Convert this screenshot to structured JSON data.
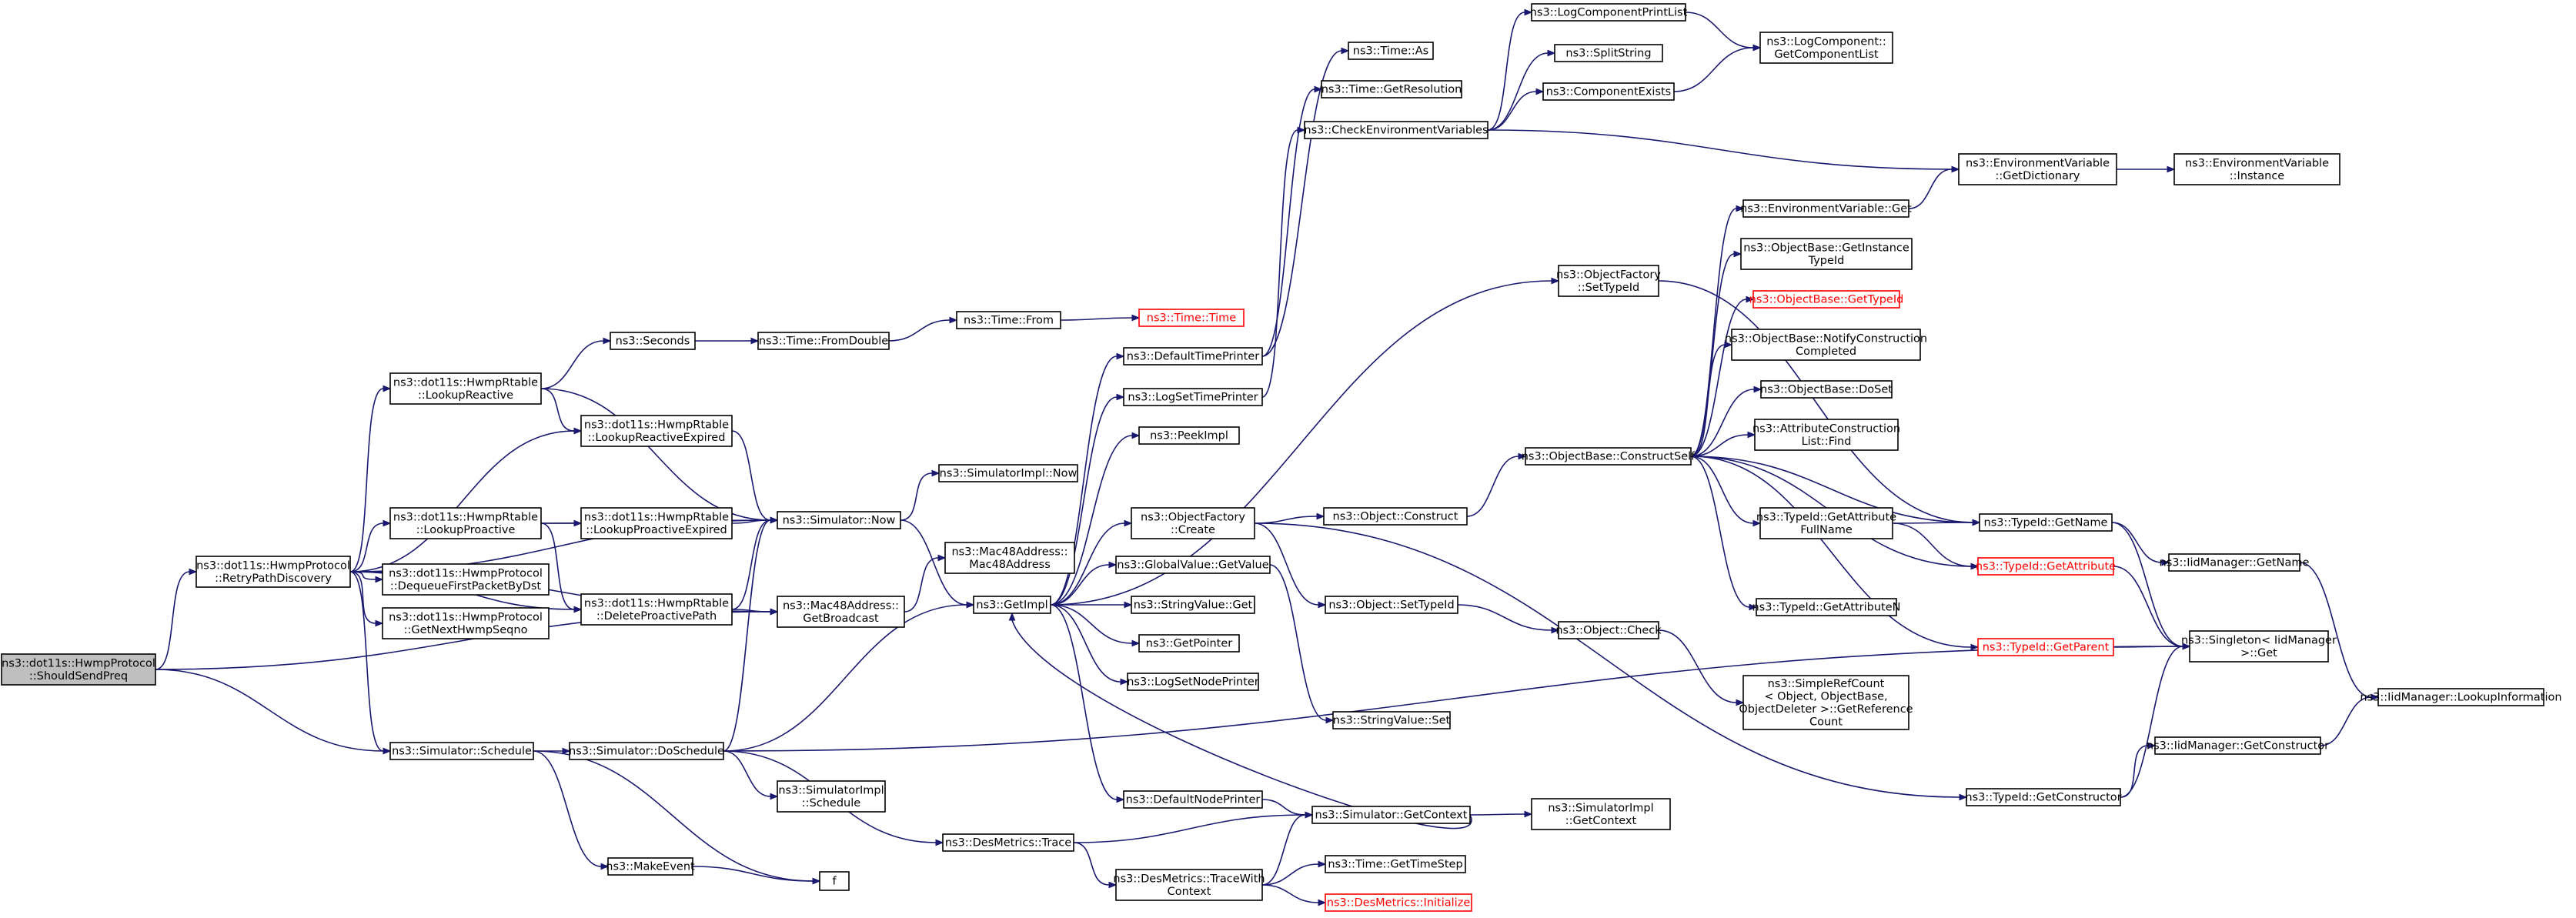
{
  "diagram": {
    "type": "call-graph",
    "nodes": [
      {
        "id": "n0",
        "lines": [
          "ns3::dot11s::HwmpProtocol",
          "::ShouldSendPreq"
        ],
        "style": "root"
      },
      {
        "id": "n1",
        "lines": [
          "ns3::dot11s::HwmpProtocol",
          "::RetryPathDiscovery"
        ]
      },
      {
        "id": "n2",
        "lines": [
          "ns3::dot11s::HwmpRtable",
          "::LookupReactive"
        ]
      },
      {
        "id": "n3",
        "lines": [
          "ns3::dot11s::HwmpRtable",
          "::LookupProactive"
        ]
      },
      {
        "id": "n4",
        "lines": [
          "ns3::dot11s::HwmpProtocol",
          "::DequeueFirstPacketByDst"
        ]
      },
      {
        "id": "n5",
        "lines": [
          "ns3::dot11s::HwmpProtocol",
          "::GetNextHwmpSeqno"
        ]
      },
      {
        "id": "n6",
        "lines": [
          "ns3::Simulator::Schedule"
        ]
      },
      {
        "id": "n7",
        "lines": [
          "ns3::Seconds"
        ]
      },
      {
        "id": "n8",
        "lines": [
          "ns3::dot11s::HwmpRtable",
          "::LookupReactiveExpired"
        ]
      },
      {
        "id": "n9",
        "lines": [
          "ns3::dot11s::HwmpRtable",
          "::LookupProactiveExpired"
        ]
      },
      {
        "id": "n10",
        "lines": [
          "ns3::dot11s::HwmpRtable",
          "::DeleteProactivePath"
        ]
      },
      {
        "id": "n11",
        "lines": [
          "ns3::Simulator::DoSchedule"
        ]
      },
      {
        "id": "n12",
        "lines": [
          "ns3::MakeEvent"
        ]
      },
      {
        "id": "n13",
        "lines": [
          "f"
        ]
      },
      {
        "id": "n14",
        "lines": [
          "ns3::Time::FromDouble"
        ]
      },
      {
        "id": "n15",
        "lines": [
          "ns3::Simulator::Now"
        ]
      },
      {
        "id": "n16",
        "lines": [
          "ns3::Mac48Address::",
          "GetBroadcast"
        ]
      },
      {
        "id": "n17",
        "lines": [
          "ns3::SimulatorImpl",
          "::Schedule"
        ]
      },
      {
        "id": "n18",
        "lines": [
          "ns3::DesMetrics::Trace"
        ]
      },
      {
        "id": "n19",
        "lines": [
          "ns3::Time::From"
        ]
      },
      {
        "id": "n20",
        "lines": [
          "ns3::SimulatorImpl::Now"
        ]
      },
      {
        "id": "n21",
        "lines": [
          "ns3::GetImpl"
        ]
      },
      {
        "id": "n22",
        "lines": [
          "ns3::Mac48Address::",
          "Mac48Address"
        ]
      },
      {
        "id": "n23",
        "lines": [
          "ns3::Time::Time"
        ],
        "style": "red"
      },
      {
        "id": "n24",
        "lines": [
          "ns3::DefaultTimePrinter"
        ]
      },
      {
        "id": "n25",
        "lines": [
          "ns3::LogSetTimePrinter"
        ]
      },
      {
        "id": "n26",
        "lines": [
          "ns3::PeekImpl"
        ]
      },
      {
        "id": "n27",
        "lines": [
          "ns3::ObjectFactory",
          "::Create"
        ]
      },
      {
        "id": "n28",
        "lines": [
          "ns3::GlobalValue::GetValue"
        ]
      },
      {
        "id": "n29",
        "lines": [
          "ns3::StringValue::Get"
        ]
      },
      {
        "id": "n30",
        "lines": [
          "ns3::GetPointer"
        ]
      },
      {
        "id": "n31",
        "lines": [
          "ns3::LogSetNodePrinter"
        ]
      },
      {
        "id": "n32",
        "lines": [
          "ns3::DefaultNodePrinter"
        ]
      },
      {
        "id": "n33",
        "lines": [
          "ns3::DesMetrics::TraceWith",
          "Context"
        ]
      },
      {
        "id": "n34",
        "lines": [
          "ns3::Time::As"
        ]
      },
      {
        "id": "n35",
        "lines": [
          "ns3::Time::GetResolution"
        ]
      },
      {
        "id": "n36",
        "lines": [
          "ns3::CheckEnvironmentVariables"
        ]
      },
      {
        "id": "n37",
        "lines": [
          "ns3::Object::Construct"
        ]
      },
      {
        "id": "n38",
        "lines": [
          "ns3::Object::SetTypeId"
        ]
      },
      {
        "id": "n39",
        "lines": [
          "ns3::StringValue::Set"
        ]
      },
      {
        "id": "n40",
        "lines": [
          "ns3::Simulator::GetContext"
        ]
      },
      {
        "id": "n41",
        "lines": [
          "ns3::Time::GetTimeStep"
        ]
      },
      {
        "id": "n42",
        "lines": [
          "ns3::DesMetrics::Initialize"
        ],
        "style": "red"
      },
      {
        "id": "n43",
        "lines": [
          "ns3::LogComponentPrintList"
        ]
      },
      {
        "id": "n44",
        "lines": [
          "ns3::SplitString"
        ]
      },
      {
        "id": "n45",
        "lines": [
          "ns3::ComponentExists"
        ]
      },
      {
        "id": "n46",
        "lines": [
          "ns3::ObjectFactory",
          "::SetTypeId"
        ]
      },
      {
        "id": "n47",
        "lines": [
          "ns3::ObjectBase::ConstructSelf"
        ]
      },
      {
        "id": "n48",
        "lines": [
          "ns3::Object::Check"
        ]
      },
      {
        "id": "n49",
        "lines": [
          "ns3::SimulatorImpl",
          "::GetContext"
        ]
      },
      {
        "id": "n50",
        "lines": [
          "ns3::LogComponent::",
          "GetComponentList"
        ]
      },
      {
        "id": "n51",
        "lines": [
          "ns3::EnvironmentVariable::Get"
        ]
      },
      {
        "id": "n52",
        "lines": [
          "ns3::ObjectBase::GetInstance",
          "TypeId"
        ]
      },
      {
        "id": "n53",
        "lines": [
          "ns3::ObjectBase::GetTypeId"
        ],
        "style": "red"
      },
      {
        "id": "n54",
        "lines": [
          "ns3::ObjectBase::NotifyConstruction",
          "Completed"
        ]
      },
      {
        "id": "n55",
        "lines": [
          "ns3::ObjectBase::DoSet"
        ]
      },
      {
        "id": "n56",
        "lines": [
          "ns3::AttributeConstruction",
          "List::Find"
        ]
      },
      {
        "id": "n57",
        "lines": [
          "ns3::TypeId::GetAttribute",
          "FullName"
        ]
      },
      {
        "id": "n58",
        "lines": [
          "ns3::TypeId::GetAttributeN"
        ]
      },
      {
        "id": "n59",
        "lines": [
          "ns3::SimpleRefCount",
          "< Object, ObjectBase,",
          "ObjectDeleter >::GetReference",
          "Count"
        ]
      },
      {
        "id": "n60",
        "lines": [
          "ns3::TypeId::GetConstructor"
        ]
      },
      {
        "id": "n61",
        "lines": [
          "ns3::EnvironmentVariable",
          "::GetDictionary"
        ]
      },
      {
        "id": "n62",
        "lines": [
          "ns3::TypeId::GetName"
        ]
      },
      {
        "id": "n63",
        "lines": [
          "ns3::TypeId::GetAttribute"
        ],
        "style": "red"
      },
      {
        "id": "n64",
        "lines": [
          "ns3::TypeId::GetParent"
        ],
        "style": "red"
      },
      {
        "id": "n65",
        "lines": [
          "ns3::IidManager::GetConstructor"
        ]
      },
      {
        "id": "n66",
        "lines": [
          "ns3::EnvironmentVariable",
          "::Instance"
        ]
      },
      {
        "id": "n67",
        "lines": [
          "ns3::IidManager::GetName"
        ]
      },
      {
        "id": "n68",
        "lines": [
          "ns3::Singleton< IidManager",
          ">::Get"
        ]
      },
      {
        "id": "n69",
        "lines": [
          "ns3::IidManager::LookupInformation"
        ]
      }
    ],
    "edges": [
      [
        "n0",
        "n1"
      ],
      [
        "n0",
        "n6"
      ],
      [
        "n0",
        "n16"
      ],
      [
        "n1",
        "n2"
      ],
      [
        "n1",
        "n8"
      ],
      [
        "n1",
        "n15"
      ],
      [
        "n1",
        "n3"
      ],
      [
        "n1",
        "n4"
      ],
      [
        "n1",
        "n5"
      ],
      [
        "n1",
        "n10"
      ],
      [
        "n1",
        "n16"
      ],
      [
        "n1",
        "n6"
      ],
      [
        "n2",
        "n7"
      ],
      [
        "n2",
        "n8"
      ],
      [
        "n2",
        "n15"
      ],
      [
        "n3",
        "n9"
      ],
      [
        "n3",
        "n15"
      ],
      [
        "n3",
        "n10"
      ],
      [
        "n7",
        "n14"
      ],
      [
        "n8",
        "n15"
      ],
      [
        "n9",
        "n15"
      ],
      [
        "n10",
        "n15"
      ],
      [
        "n10",
        "n16"
      ],
      [
        "n6",
        "n11"
      ],
      [
        "n6",
        "n12"
      ],
      [
        "n6",
        "n13"
      ],
      [
        "n11",
        "n15"
      ],
      [
        "n11",
        "n17"
      ],
      [
        "n11",
        "n18"
      ],
      [
        "n11",
        "n21"
      ],
      [
        "n11",
        "n68"
      ],
      [
        "n12",
        "n13"
      ],
      [
        "n14",
        "n19"
      ],
      [
        "n19",
        "n23"
      ],
      [
        "n15",
        "n20"
      ],
      [
        "n15",
        "n21"
      ],
      [
        "n16",
        "n22"
      ],
      [
        "n18",
        "n40"
      ],
      [
        "n18",
        "n33"
      ],
      [
        "n21",
        "n24"
      ],
      [
        "n21",
        "n25"
      ],
      [
        "n21",
        "n26"
      ],
      [
        "n21",
        "n27"
      ],
      [
        "n21",
        "n28"
      ],
      [
        "n21",
        "n29"
      ],
      [
        "n21",
        "n30"
      ],
      [
        "n21",
        "n31"
      ],
      [
        "n21",
        "n32"
      ],
      [
        "n21",
        "n46"
      ],
      [
        "n24",
        "n34"
      ],
      [
        "n24",
        "n35"
      ],
      [
        "n25",
        "n36"
      ],
      [
        "n27",
        "n37"
      ],
      [
        "n27",
        "n38"
      ],
      [
        "n27",
        "n60"
      ],
      [
        "n28",
        "n39"
      ],
      [
        "n32",
        "n40"
      ],
      [
        "n33",
        "n40"
      ],
      [
        "n33",
        "n41"
      ],
      [
        "n33",
        "n42"
      ],
      [
        "n36",
        "n43"
      ],
      [
        "n36",
        "n44"
      ],
      [
        "n36",
        "n45"
      ],
      [
        "n36",
        "n61"
      ],
      [
        "n37",
        "n47"
      ],
      [
        "n38",
        "n48"
      ],
      [
        "n40",
        "n49"
      ],
      [
        "n40",
        "n21"
      ],
      [
        "n43",
        "n50"
      ],
      [
        "n45",
        "n50"
      ],
      [
        "n46",
        "n62"
      ],
      [
        "n47",
        "n51"
      ],
      [
        "n47",
        "n52"
      ],
      [
        "n47",
        "n53"
      ],
      [
        "n47",
        "n54"
      ],
      [
        "n47",
        "n55"
      ],
      [
        "n47",
        "n56"
      ],
      [
        "n47",
        "n57"
      ],
      [
        "n47",
        "n58"
      ],
      [
        "n47",
        "n62"
      ],
      [
        "n47",
        "n63"
      ],
      [
        "n47",
        "n64"
      ],
      [
        "n48",
        "n59"
      ],
      [
        "n51",
        "n61"
      ],
      [
        "n61",
        "n66"
      ],
      [
        "n57",
        "n62"
      ],
      [
        "n57",
        "n63"
      ],
      [
        "n60",
        "n65"
      ],
      [
        "n60",
        "n68"
      ],
      [
        "n62",
        "n67"
      ],
      [
        "n62",
        "n68"
      ],
      [
        "n63",
        "n68"
      ],
      [
        "n64",
        "n68"
      ],
      [
        "n65",
        "n69"
      ],
      [
        "n67",
        "n69"
      ]
    ]
  }
}
